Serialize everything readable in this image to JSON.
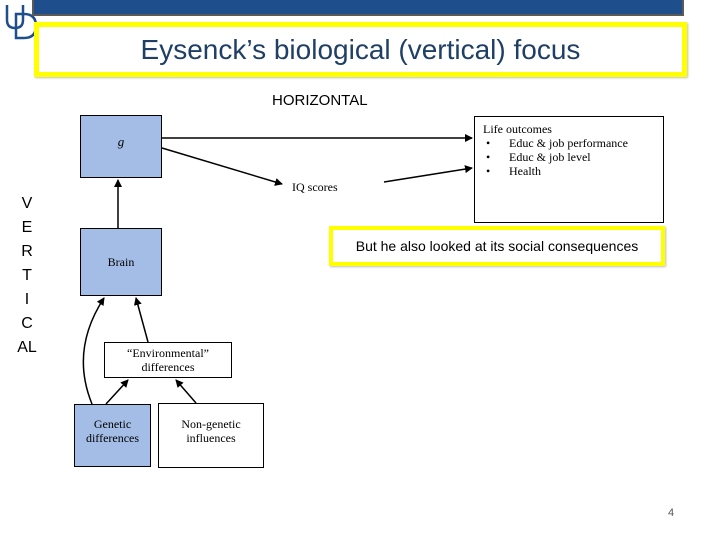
{
  "slide": {
    "title": "Eysenck’s biological (vertical) focus",
    "horizontal_label": "HORIZONTAL",
    "vertical_letters": [
      "V",
      "E",
      "R",
      "T",
      "I",
      "C",
      "AL"
    ],
    "page_number": "4"
  },
  "logo": {
    "letters": "UD",
    "color": "#1f4e8c"
  },
  "diagram": {
    "g_label": "g",
    "brain_label": "Brain",
    "iq_label": "IQ scores",
    "life_outcomes": {
      "heading": "Life outcomes",
      "items": [
        "Educ & job performance",
        "Educ & job level",
        "Health"
      ]
    },
    "environmental_line1": "“Environmental”",
    "environmental_line2": "differences",
    "genetic_line1": "Genetic",
    "genetic_line2": "differences",
    "nongenetic_line1": "Non-genetic",
    "nongenetic_line2": "influences"
  },
  "callout": {
    "text": "But he also looked at its social consequences"
  },
  "colors": {
    "highlight_frame": "#ffff00",
    "box_fill_blue": "#a3bde6",
    "title_text": "#1f3f66",
    "top_bar": "#1f4e8c"
  }
}
